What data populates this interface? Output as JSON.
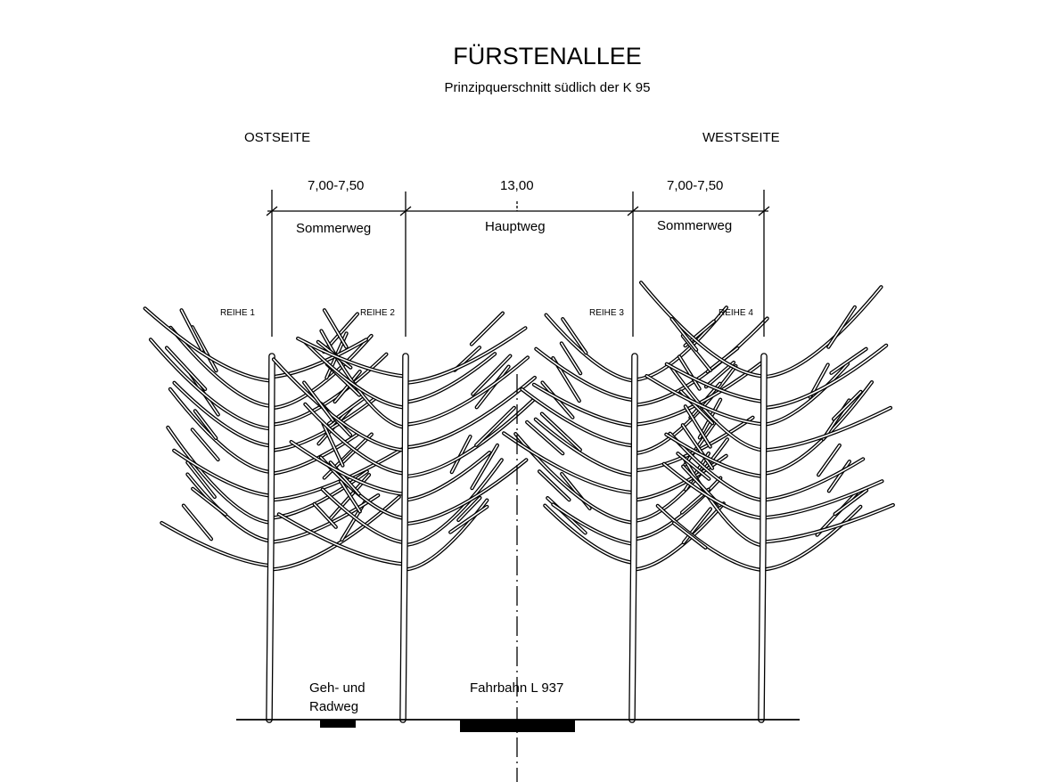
{
  "title": "FÜRSTENALLEE",
  "subtitle": "Prinzipquerschnitt südlich der K 95",
  "sides": {
    "east": "OSTSEITE",
    "west": "WESTSEITE"
  },
  "dimensions": [
    "7,00-7,50",
    "13,00",
    "7,00-7,50"
  ],
  "sections": [
    "Sommerweg",
    "Hauptweg",
    "Sommerweg"
  ],
  "rows": [
    "REIHE 1",
    "REIHE 2",
    "REIHE 3",
    "REIHE 4"
  ],
  "ground": {
    "path_line1": "Geh- und",
    "path_line2": "Radweg",
    "road": "Fahrbahn L 937"
  }
}
